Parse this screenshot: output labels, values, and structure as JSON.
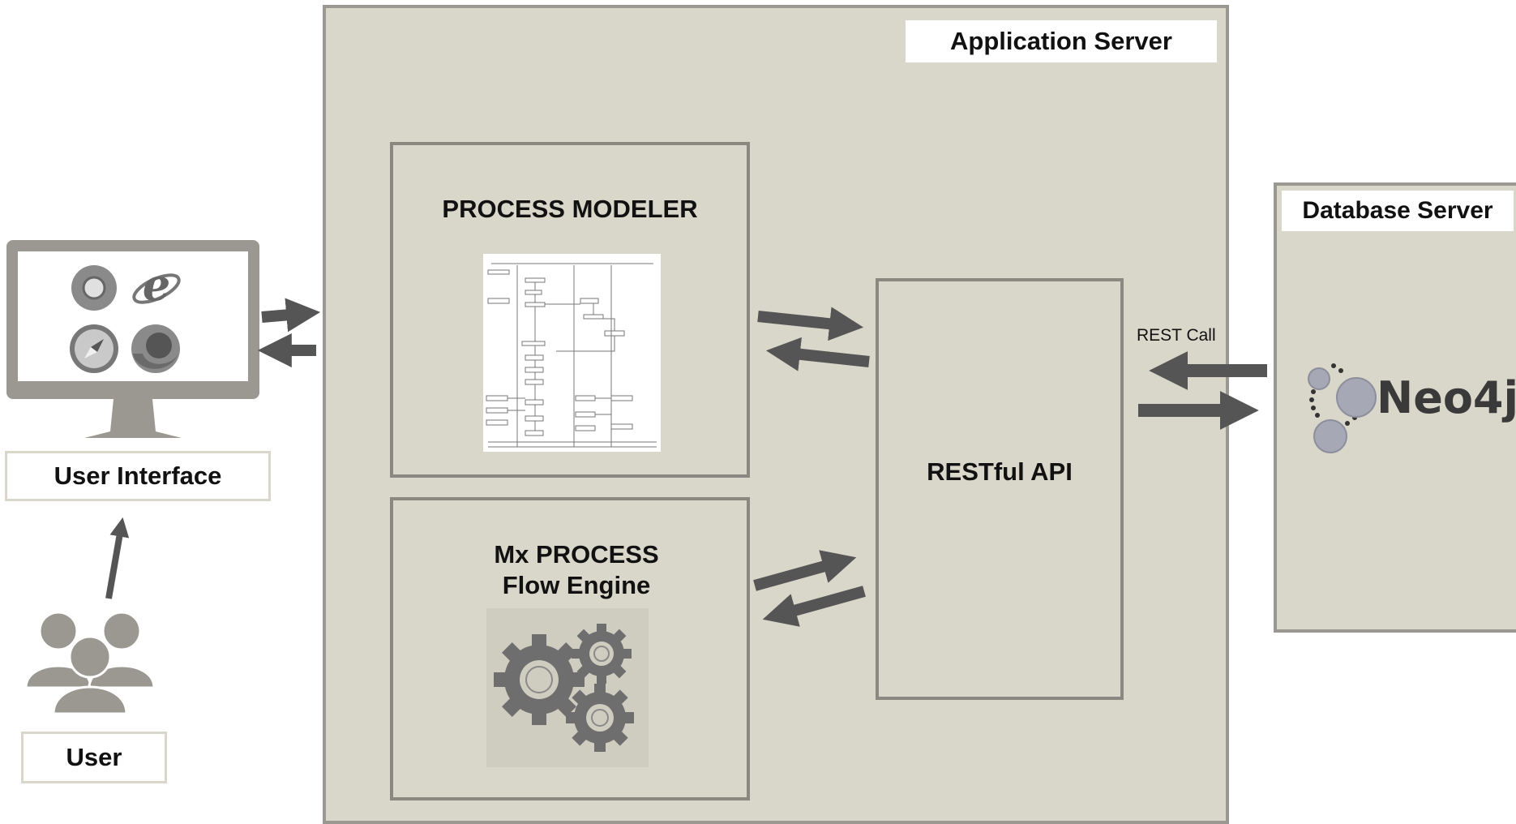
{
  "user": {
    "label": "User"
  },
  "ui": {
    "label": "User Interface",
    "browsers": [
      "chrome-icon",
      "internet-explorer-icon",
      "safari-icon",
      "firefox-icon"
    ]
  },
  "app_server": {
    "label": "Application Server",
    "process_modeler": {
      "title": "PROCESS MODELER"
    },
    "flow_engine": {
      "title_line1": "Mx PROCESS",
      "title_line2": "Flow Engine"
    },
    "restful_api": {
      "title": "RESTful API"
    }
  },
  "db_server": {
    "label": "Database Server",
    "logo_text": "Neo4j"
  },
  "connections": {
    "rest_call": "REST Call"
  },
  "colors": {
    "panel_bg": "#d9d7ca",
    "arrow": "#555555",
    "border": "#8a8880"
  }
}
